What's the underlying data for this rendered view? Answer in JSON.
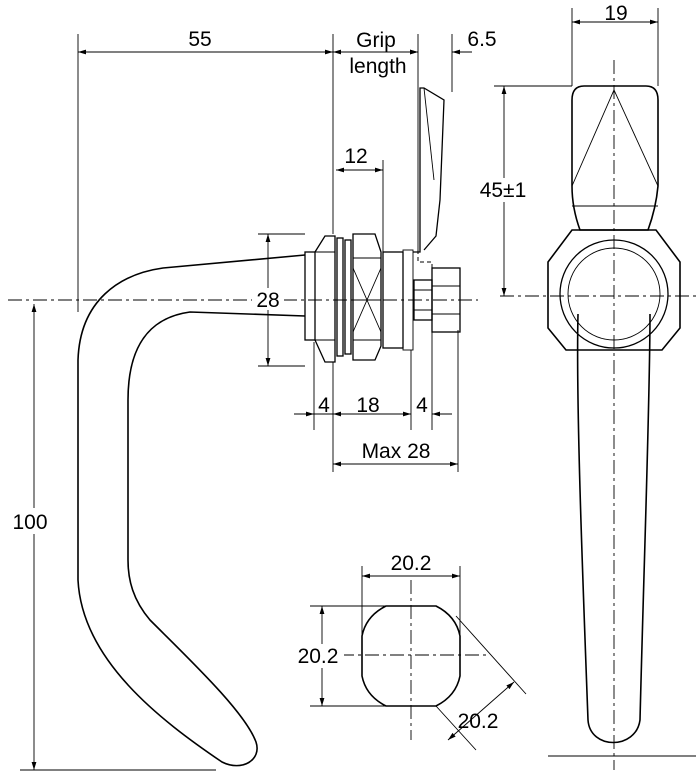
{
  "dimensions": {
    "d55": "55",
    "grip_line1": "Grip",
    "grip_line2": "length",
    "d6_5": "6.5",
    "d19": "19",
    "d12": "12",
    "d45": "45±1",
    "d28": "28",
    "d4_left": "4",
    "d18": "18",
    "d4_right": "4",
    "max28": "Max 28",
    "d100": "100",
    "cut_width": "20.2",
    "cut_height": "20.2",
    "cut_diag": "20.2"
  }
}
